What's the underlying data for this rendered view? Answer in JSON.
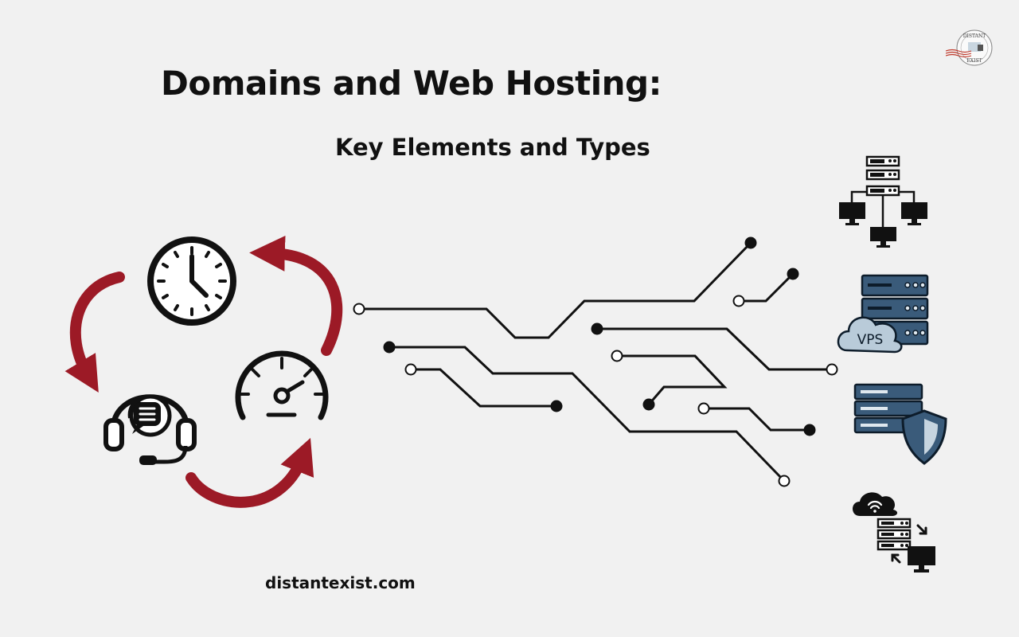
{
  "title": "Domains and Web Hosting:",
  "subtitle": "Key Elements and Types",
  "footer": "distantexist.com",
  "logo": {
    "top_text": "DISTANT",
    "bottom_text": "EXIST"
  },
  "icons": {
    "clock": "clock-icon",
    "support": "headset-support-icon",
    "speed": "speedometer-icon",
    "network": "network-server-icon",
    "vps": "vps-server-icon",
    "secure": "secure-server-icon",
    "cloud": "cloud-hosting-icon"
  },
  "vps_label": "VPS",
  "colors": {
    "arrow": "#9c1a26",
    "server": "#2f5070",
    "server_light": "#5f7f98",
    "shield": "#3a5b78",
    "cloud": "#b9cbd9",
    "ink": "#111111",
    "background": "#f1f1f1"
  }
}
